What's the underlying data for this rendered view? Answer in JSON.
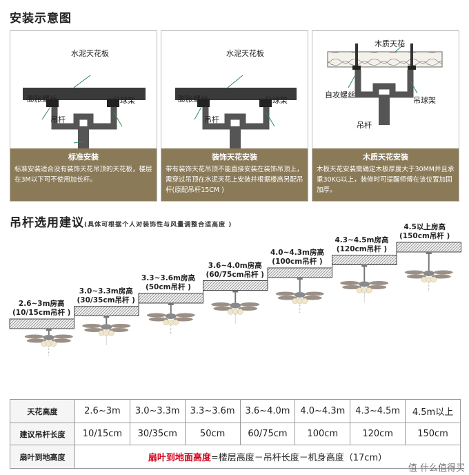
{
  "install_section": {
    "title": "安装示意图",
    "panels": [
      {
        "ceiling_label": "水泥天花板",
        "left_label": "膨胀螺丝",
        "right_label": "吊球架",
        "rod_label": "吊杆",
        "caption_title": "标准安装",
        "caption_body": "标准安装适合没有装饰天花吊顶的天花板，楼层在3M以下可不使用加长杆。"
      },
      {
        "ceiling_label": "水泥天花板",
        "left_label": "膨胀螺丝",
        "right_label": "吊球架",
        "rod_label": "吊杆",
        "caption_title": "装饰天花安装",
        "caption_body": "带有装饰天花吊顶不能直接安装在装饰吊顶上，需穿过吊顶在水泥天花上安装并根据楼高另配吊杆(原配吊杆15CM )"
      },
      {
        "ceiling_label": "木质天花",
        "left_label": "自攻螺丝",
        "right_label": "吊球架",
        "rod_label": "吊杆",
        "caption_title": "木质天花安装",
        "caption_body": "木板天花安装需确定木板厚度大于30MM并且承重30KG以上，装修时可提醒师傅在该位置加固加厚。"
      }
    ]
  },
  "suggestion_section": {
    "title": "吊杆选用建议",
    "note": "(具体可根据个人对装饰性与风量调整合适高度 )",
    "steps": [
      {
        "height": "2.6~3m房高",
        "rod": "(10/15cm吊杆 )"
      },
      {
        "height": "3.0~3.3m房高",
        "rod": "(30/35cm吊杆 )"
      },
      {
        "height": "3.3~3.6m房高",
        "rod": "(50cm吊杆 )"
      },
      {
        "height": "3.6~4.0m房高",
        "rod": "(60/75cm吊杆 )"
      },
      {
        "height": "4.0~4.3m房高",
        "rod": "(100cm吊杆 )"
      },
      {
        "height": "4.3~4.5m房高",
        "rod": "(120cm吊杆 )"
      },
      {
        "height": "4.5以上房高",
        "rod": "(150cm吊杆 )"
      }
    ]
  },
  "table": {
    "row1_head": "天花高度",
    "row1": [
      "2.6~3m",
      "3.0~3.3m",
      "3.3~3.6m",
      "3.6~4.0m",
      "4.0~4.3m",
      "4.3~4.5m",
      "4.5m以上"
    ],
    "row2_head": "建议吊杆长度",
    "row2": [
      "10/15cm",
      "30/35cm",
      "50cm",
      "60/75cm",
      "100cm",
      "120cm",
      "150cm"
    ],
    "row3_head": "扇叶到地高度",
    "row3_red": "扇叶到地面高度",
    "row3_rest": "=楼层高度－吊杆长度－机身高度（17cm）"
  },
  "watermark": "值 什么值得买",
  "colors": {
    "caption_bg": "#8a7a58",
    "ceiling": "#3a3a3a",
    "bracket": "#555555",
    "accent_red": "#d0021b"
  }
}
